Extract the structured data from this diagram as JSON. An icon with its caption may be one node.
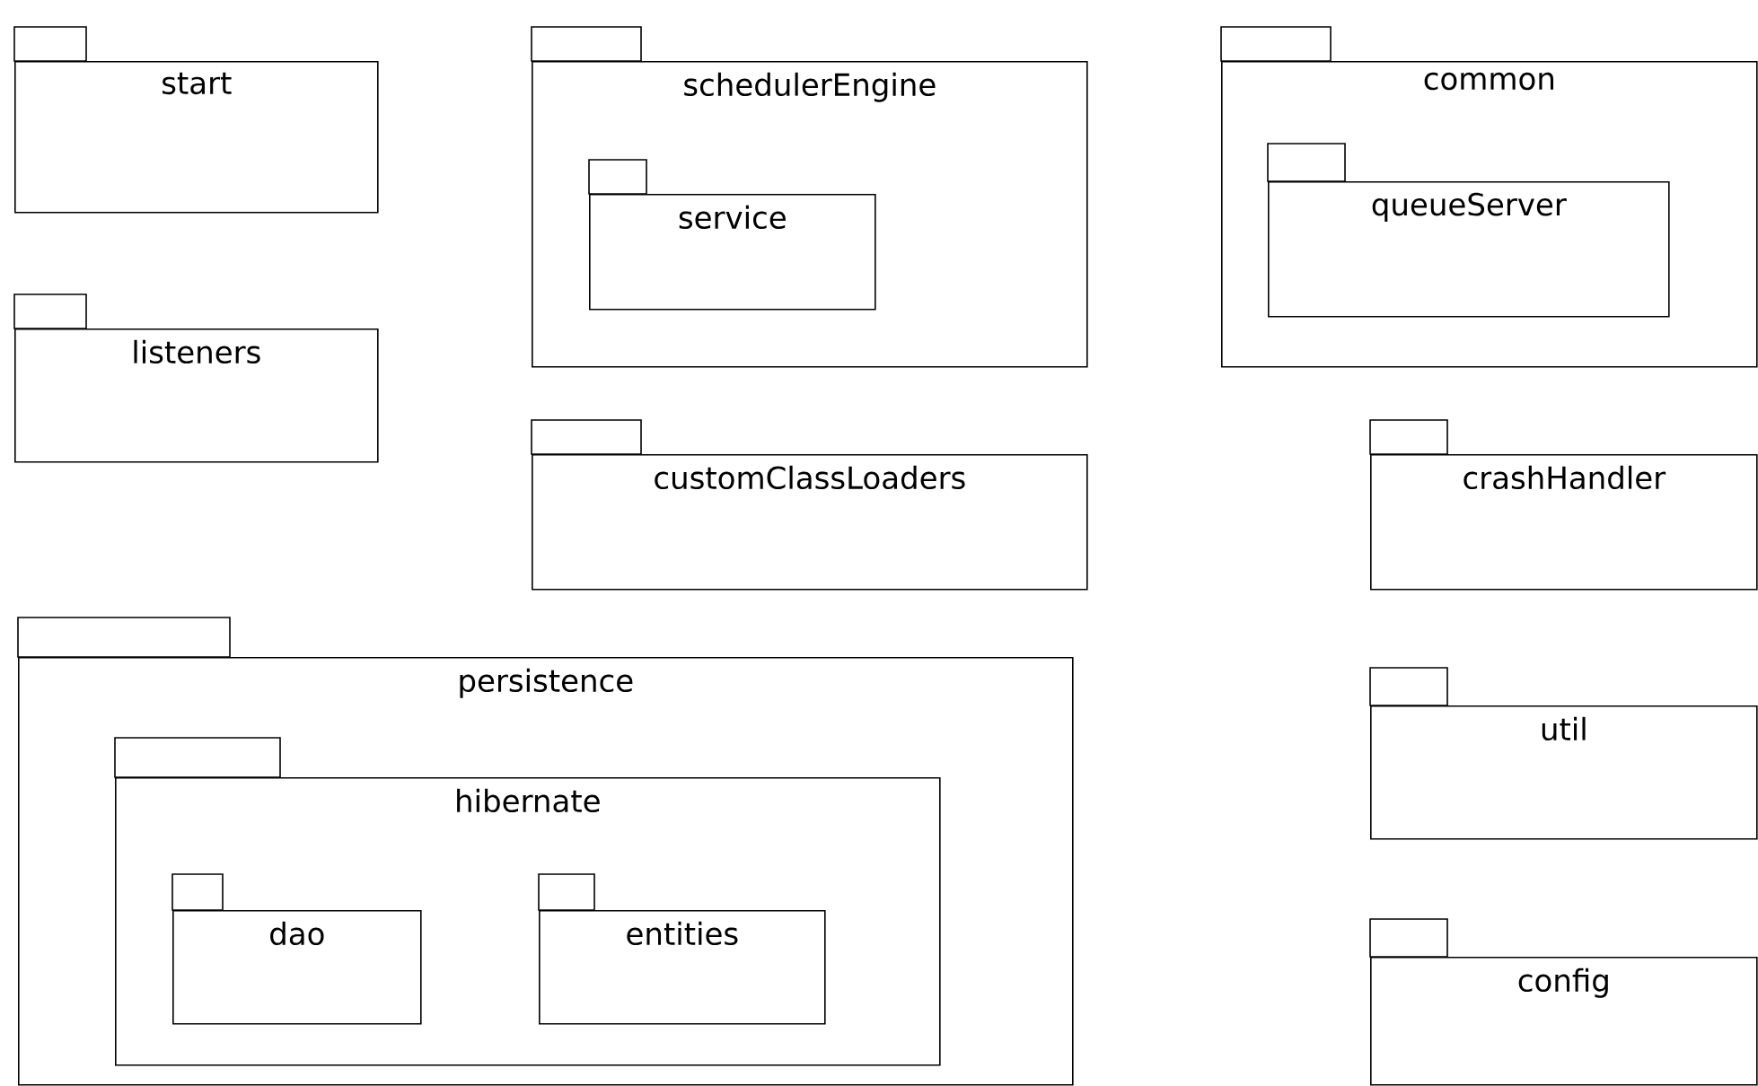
{
  "diagram": {
    "nodes": [
      {
        "text": [
          "start"
        ]
      },
      {
        "text": [
          "schedulerEngine"
        ]
      },
      {
        "text": [
          "service"
        ],
        "in": 1
      },
      {
        "text": [
          "common"
        ]
      },
      {
        "text": [
          "queueServer"
        ],
        "in": 3
      },
      {
        "text": [
          "listeners"
        ]
      },
      {
        "text": [
          "customClassLoaders"
        ]
      },
      {
        "text": [
          "crashHandler"
        ]
      },
      {
        "text": [
          "persistence"
        ]
      },
      {
        "text": [
          "hibernate"
        ],
        "in": 8
      },
      {
        "text": [
          "dao"
        ],
        "in": 9
      },
      {
        "text": [
          "entities"
        ],
        "in": 9
      },
      {
        "text": [
          "util"
        ]
      },
      {
        "text": [
          "config"
        ]
      }
    ]
  }
}
